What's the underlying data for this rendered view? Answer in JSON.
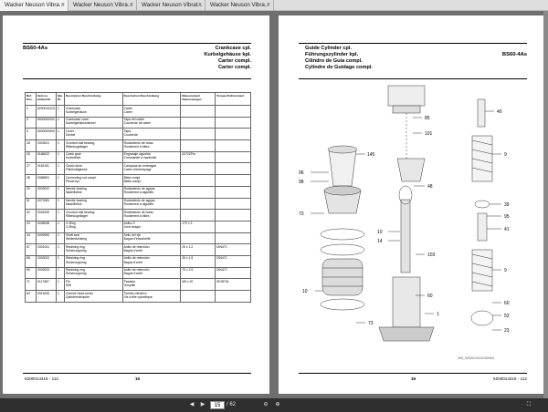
{
  "tabs": [
    {
      "label": "Wacker Neuson Vibra..."
    },
    {
      "label": "Wacker Neuson Vibra..."
    },
    {
      "label": "Wacker Neuson Vibrat..."
    },
    {
      "label": "Wacker Neuson Vibra..."
    }
  ],
  "page_left": {
    "model": "BS60-4As",
    "title_lines": [
      "Crankcase cpl.",
      "Kurbelgehäuse kpl.",
      "Carter compl.",
      "Carter compl."
    ],
    "headers": [
      "Ref. Pos.",
      "Item no. Artikel-Nr.",
      "Qty. St.",
      "Description Beschreibung",
      "Description Beschreibung",
      "Measurement Abmessungen",
      "Torque Drehmoment"
    ],
    "rows": [
      [
        "2",
        "5200014415",
        "1",
        "Crankcase\nKurbelgehäuse",
        "Carter\nCarter",
        "",
        ""
      ],
      [
        "3",
        "5000000000",
        "1",
        "Crankcase cover\nKurbelgehäusedeckel",
        "Tapa del carter\nCouvercle de carter",
        "",
        ""
      ],
      [
        "5",
        "5000000000",
        "1",
        "Cover\nDeckel",
        "Tapa\nCouvercle",
        "",
        ""
      ],
      [
        "18",
        "2003021",
        "1",
        "Grooved ball bearing\nRillenkugellager",
        "Rodamiento de bolas\nRoulement à billes",
        "",
        ""
      ],
      [
        "25",
        "0186022",
        "1",
        "Crank gear\nKurbeltrieb",
        "Engranaje cigueñal\nCommande à manivelle",
        "6372ZPm",
        ""
      ],
      [
        "27",
        "0181151",
        "1",
        "Clutch drum\nFliehkraftglocke",
        "Campana de embrague\nCarter d'embrayage",
        "",
        ""
      ],
      [
        "28",
        "0086591",
        "1",
        "Connecting rod compl.\nPleuel kpl.",
        "Biela compl.\nBielle compl.",
        "",
        ""
      ],
      [
        "30",
        "0009022",
        "1",
        "Needle bearing\nNadellhülse",
        "Rodamiento de agujas\nRoulement à aiguilles",
        "",
        ""
      ],
      [
        "31",
        "0072081",
        "1",
        "Needle bearing\nNadellhülse",
        "Rodamiento de agujas\nRoulement à aiguilles",
        "",
        ""
      ],
      [
        "32",
        "0045190",
        "1",
        "Grooved ball bearing\nRillenkugellager",
        "Rodamiento de bolas\nRoulement à billes",
        "",
        ""
      ],
      [
        "43",
        "0008038",
        "1",
        "O-Ring\nO-Ring",
        "Anillo-O\nJoint torique",
        "170 x 3",
        ""
      ],
      [
        "44",
        "0009050",
        "1",
        "Shaft seal\nWellendichtring",
        "Sello del eje\nBague d'étanchéité",
        "",
        ""
      ],
      [
        "67",
        "2001041",
        "1",
        "Retaining ring\nSicherungsring",
        "Anillo de retención\nBague d'arrêt",
        "25 x 1.2",
        "DIN471"
      ],
      [
        "68",
        "2003022",
        "1",
        "Retaining ring\nSicherungsring",
        "Anillo de retención\nBague d'arrêt",
        "35 x 1.5",
        "DIN471"
      ],
      [
        "69",
        "2003023",
        "1",
        "Retaining ring\nSicherungsring",
        "Anillo de retención\nBague d'arrêt",
        "70 x 2.5",
        "DIN472"
      ],
      [
        "71",
        "0117587",
        "1",
        "Pin\nStift",
        "Pasador\nGoupille",
        "M5 x 20",
        "ISO8734"
      ],
      [
        "83",
        "0011535",
        "1",
        "Cheese head screw\nZylinderschraube",
        "Tornillo cilíndrico\nVis à tête cylindrique",
        "",
        ""
      ]
    ],
    "footer_code": "5200014416 - 112",
    "page_number": "15"
  },
  "page_right": {
    "title_lines": [
      "Guide Cylinder cpl.",
      "Führungszylinder kpl.",
      "Cilindro de Guía compl.",
      "Cylindre de Guidage compl."
    ],
    "model": "BS60-4As",
    "callouts": [
      "85",
      "101",
      "145",
      "96",
      "98",
      "48",
      "73",
      "10",
      "14",
      "103",
      "10",
      "60",
      "73",
      "1",
      "40",
      "9",
      "39",
      "95",
      "41",
      "9",
      "60",
      "53",
      "23"
    ],
    "figure_code": "200_5200014410100004",
    "footer_code": "5200014416 - 112",
    "page_number": "16"
  },
  "toolbar": {
    "page_current": "15",
    "page_total": "/ 62"
  }
}
